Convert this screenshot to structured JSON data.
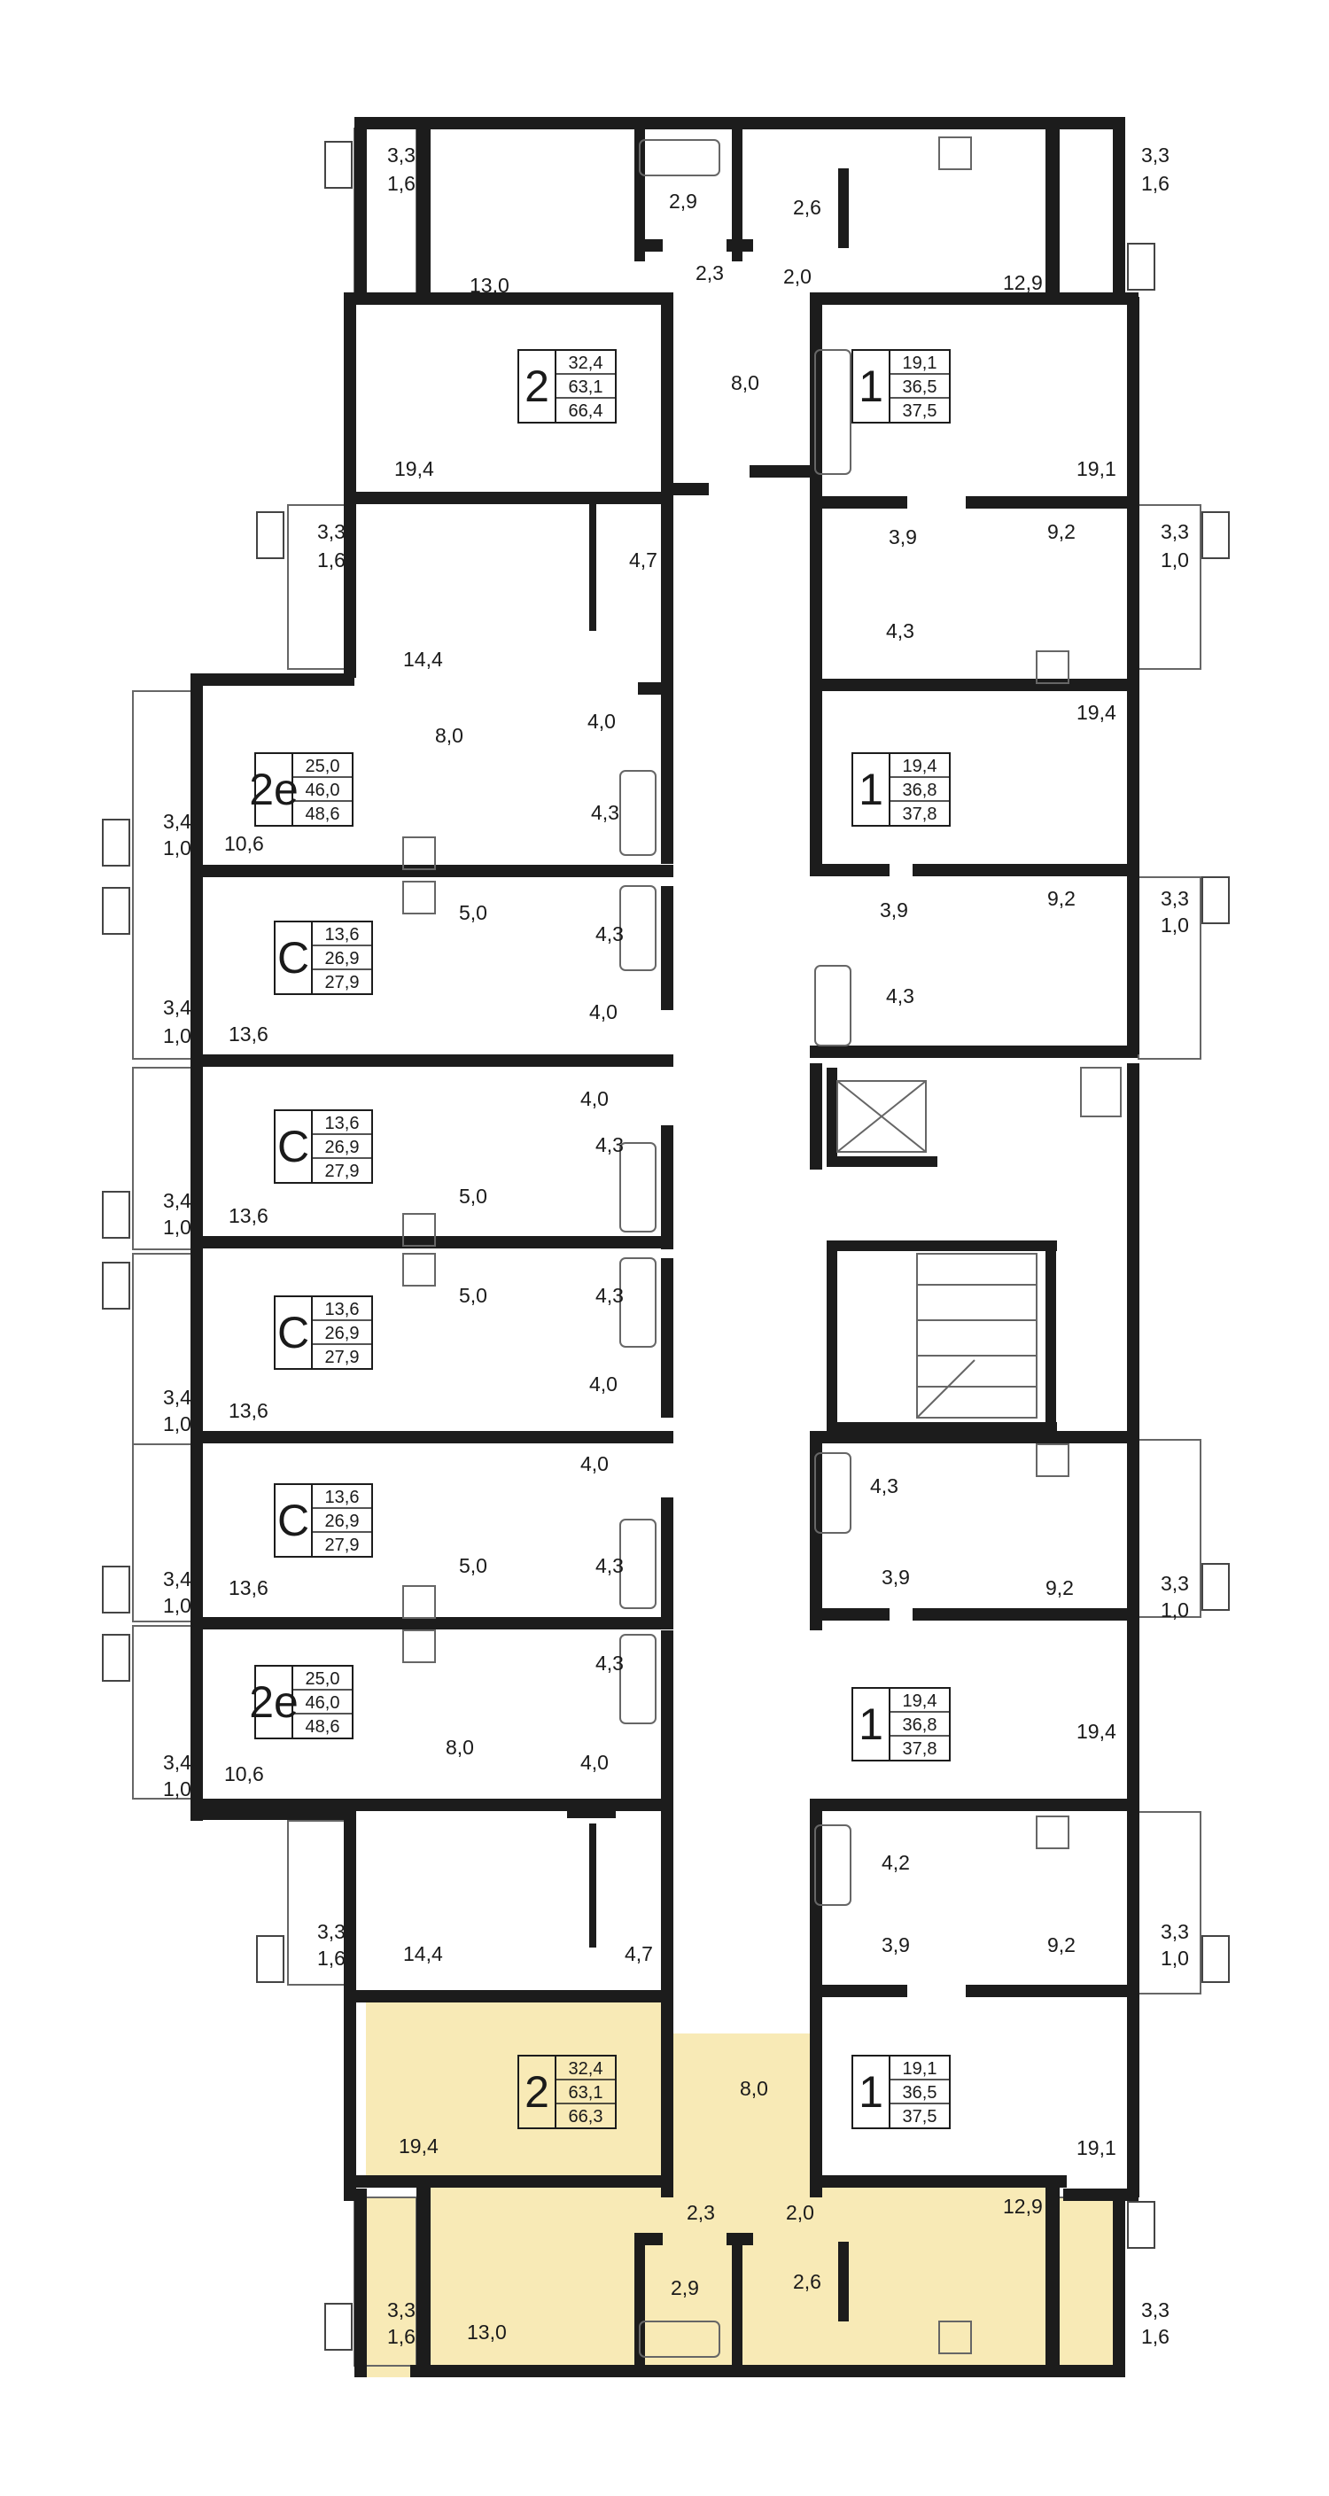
{
  "colors": {
    "wall": "#1c1c1c",
    "highlight": "#f8eab6",
    "fixture": "#666666",
    "background": "#ffffff"
  },
  "apartments": [
    {
      "id": "apt-2-top",
      "type": "2",
      "living": "32,4",
      "total": "63,1",
      "gross": "66,4",
      "highlighted": false
    },
    {
      "id": "apt-1-top",
      "type": "1",
      "living": "19,1",
      "total": "36,5",
      "gross": "37,5",
      "highlighted": false
    },
    {
      "id": "apt-2e-a",
      "type": "2e",
      "living": "25,0",
      "total": "46,0",
      "gross": "48,6",
      "highlighted": false
    },
    {
      "id": "apt-1-b",
      "type": "1",
      "living": "19,4",
      "total": "36,8",
      "gross": "37,8",
      "highlighted": false
    },
    {
      "id": "apt-c-1",
      "type": "C",
      "living": "13,6",
      "total": "26,9",
      "gross": "27,9",
      "highlighted": false
    },
    {
      "id": "apt-c-2",
      "type": "C",
      "living": "13,6",
      "total": "26,9",
      "gross": "27,9",
      "highlighted": false
    },
    {
      "id": "apt-c-3",
      "type": "C",
      "living": "13,6",
      "total": "26,9",
      "gross": "27,9",
      "highlighted": false
    },
    {
      "id": "apt-c-4",
      "type": "C",
      "living": "13,6",
      "total": "26,9",
      "gross": "27,9",
      "highlighted": false
    },
    {
      "id": "apt-2e-b",
      "type": "2e",
      "living": "25,0",
      "total": "46,0",
      "gross": "48,6",
      "highlighted": false
    },
    {
      "id": "apt-1-c",
      "type": "1",
      "living": "19,4",
      "total": "36,8",
      "gross": "37,8",
      "highlighted": false
    },
    {
      "id": "apt-2-bottom",
      "type": "2",
      "living": "32,4",
      "total": "63,1",
      "gross": "66,3",
      "highlighted": true
    },
    {
      "id": "apt-1-bottom",
      "type": "1",
      "living": "19,1",
      "total": "36,5",
      "gross": "37,5",
      "highlighted": false
    }
  ],
  "rooms": [
    {
      "t": "3,3"
    },
    {
      "t": "1,6"
    },
    {
      "t": "13,0"
    },
    {
      "t": "2,9"
    },
    {
      "t": "2,6"
    },
    {
      "t": "2,3"
    },
    {
      "t": "2,0"
    },
    {
      "t": "12,9"
    },
    {
      "t": "3,3"
    },
    {
      "t": "1,6"
    },
    {
      "t": "8,0"
    },
    {
      "t": "19,4"
    },
    {
      "t": "19,1"
    },
    {
      "t": "3,3"
    },
    {
      "t": "1,6"
    },
    {
      "t": "4,7"
    },
    {
      "t": "14,4"
    },
    {
      "t": "3,9"
    },
    {
      "t": "9,2"
    },
    {
      "t": "3,3"
    },
    {
      "t": "1,0"
    },
    {
      "t": "4,3"
    },
    {
      "t": "8,0"
    },
    {
      "t": "4,0"
    },
    {
      "t": "4,3"
    },
    {
      "t": "19,4"
    },
    {
      "t": "3,4"
    },
    {
      "t": "1,0"
    },
    {
      "t": "10,6"
    },
    {
      "t": "5,0"
    },
    {
      "t": "4,3"
    },
    {
      "t": "4,0"
    },
    {
      "t": "3,9"
    },
    {
      "t": "9,2"
    },
    {
      "t": "3,3"
    },
    {
      "t": "1,0"
    },
    {
      "t": "4,3"
    },
    {
      "t": "3,4"
    },
    {
      "t": "1,0"
    },
    {
      "t": "13,6"
    },
    {
      "t": "4,0"
    },
    {
      "t": "5,0"
    },
    {
      "t": "4,3"
    },
    {
      "t": "3,4"
    },
    {
      "t": "1,0"
    },
    {
      "t": "13,6"
    },
    {
      "t": "5,0"
    },
    {
      "t": "4,3"
    },
    {
      "t": "4,0"
    },
    {
      "t": "3,4"
    },
    {
      "t": "1,0"
    },
    {
      "t": "13,6"
    },
    {
      "t": "4,3"
    },
    {
      "t": "4,0"
    },
    {
      "t": "5,0"
    },
    {
      "t": "4,3"
    },
    {
      "t": "3,9"
    },
    {
      "t": "9,2"
    },
    {
      "t": "3,3"
    },
    {
      "t": "1,0"
    },
    {
      "t": "3,4"
    },
    {
      "t": "1,0"
    },
    {
      "t": "13,6"
    },
    {
      "t": "4,3"
    },
    {
      "t": "8,0"
    },
    {
      "t": "4,0"
    },
    {
      "t": "19,4"
    },
    {
      "t": "3,4"
    },
    {
      "t": "1,0"
    },
    {
      "t": "10,6"
    },
    {
      "t": "4,2"
    },
    {
      "t": "3,9"
    },
    {
      "t": "9,2"
    },
    {
      "t": "3,3"
    },
    {
      "t": "1,0"
    },
    {
      "t": "3,3"
    },
    {
      "t": "1,6"
    },
    {
      "t": "14,4"
    },
    {
      "t": "4,7"
    },
    {
      "t": "8,0"
    },
    {
      "t": "19,4"
    },
    {
      "t": "19,1"
    },
    {
      "t": "2,3"
    },
    {
      "t": "2,0"
    },
    {
      "t": "12,9"
    },
    {
      "t": "2,9"
    },
    {
      "t": "2,6"
    },
    {
      "t": "3,3"
    },
    {
      "t": "1,6"
    },
    {
      "t": "13,0"
    },
    {
      "t": "3,3"
    },
    {
      "t": "1,6"
    }
  ]
}
